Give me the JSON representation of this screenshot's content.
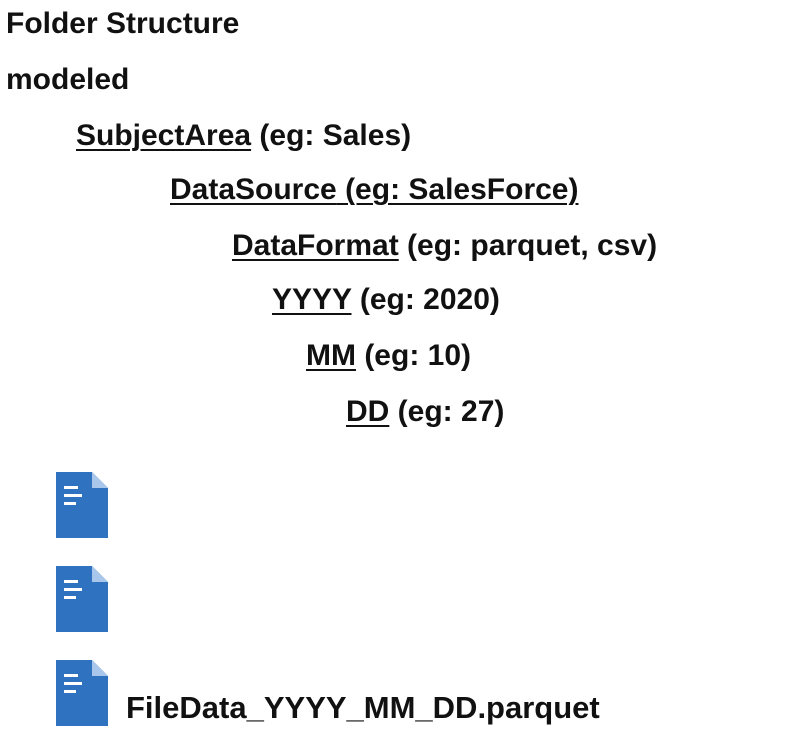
{
  "heading": "Folder Structure",
  "root_folder": "modeled",
  "levels": [
    {
      "name": "SubjectArea",
      "example": " (eg: Sales)"
    },
    {
      "name": "DataSource",
      "example": " (eg: SalesForce)"
    },
    {
      "name": "DataFormat",
      "example": " (eg: parquet, csv)"
    },
    {
      "name": "YYYY",
      "example": " (eg: 2020)"
    },
    {
      "name": "MM",
      "example": " (eg: 10)"
    },
    {
      "name": "DD",
      "example": " (eg: 27)"
    }
  ],
  "files": [
    {
      "icon": "document-icon",
      "name": ""
    },
    {
      "icon": "document-icon",
      "name": ""
    },
    {
      "icon": "document-icon",
      "name": "FileData_YYYY_MM_DD.parquet"
    }
  ],
  "colors": {
    "icon": "#2F73C0",
    "icon_fold": "#A9C7EA",
    "icon_lines": "#FFFFFF",
    "text": "#111111"
  }
}
